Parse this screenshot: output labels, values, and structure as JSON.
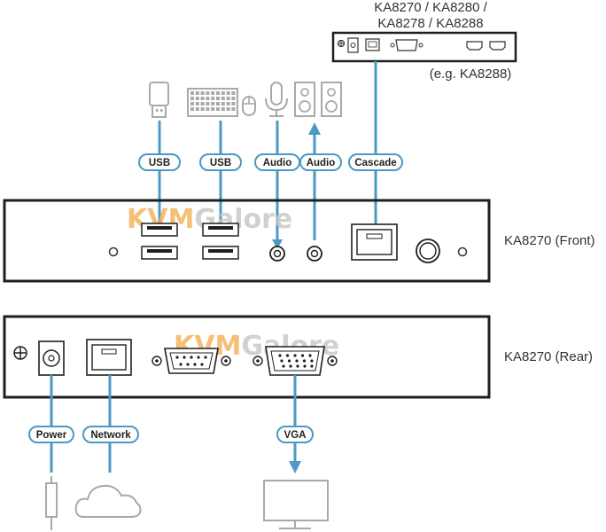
{
  "cascade_models": {
    "line1": "KA8270 / KA8280 /",
    "line2": "KA8278 / KA8288",
    "example": "(e.g. KA8288)"
  },
  "units": {
    "front": "KA8270 (Front)",
    "rear": "KA8270 (Rear)"
  },
  "connections": {
    "usb1": "USB",
    "usb2": "USB",
    "audio_in": "Audio",
    "audio_out": "Audio",
    "cascade": "Cascade",
    "power": "Power",
    "network": "Network",
    "vga": "VGA"
  },
  "watermark": {
    "front": {
      "part1": "KVM",
      "part2": "Galore"
    },
    "rear": {
      "part1": "KVM",
      "part2": "Galore"
    }
  },
  "colors": {
    "cable": "#4a9ac4",
    "outline": "#1f1f1f",
    "device_gray": "#a9a9a9",
    "watermark_orange": "#f2a94a",
    "watermark_gray": "#c6c6c6"
  },
  "icons": {
    "usb_stick": "usb-stick-icon",
    "keyboard": "keyboard-icon",
    "mouse": "mouse-icon",
    "microphone": "microphone-icon",
    "speakers": "speakers-icon",
    "power_plug": "power-plug-icon",
    "cloud": "cloud-icon",
    "monitor": "monitor-icon"
  }
}
